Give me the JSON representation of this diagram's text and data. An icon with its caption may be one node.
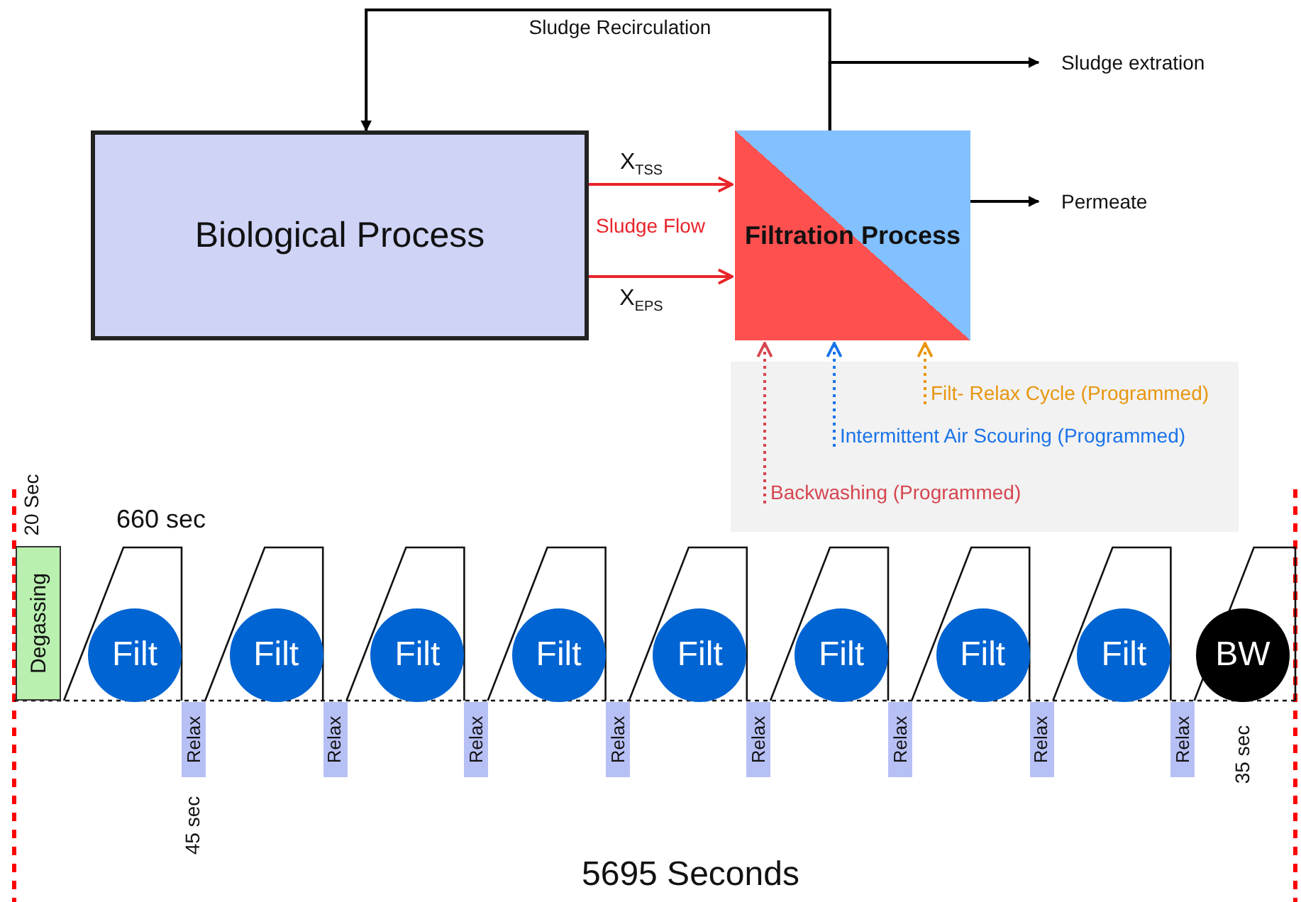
{
  "diagram": {
    "nodes": [
      {
        "text": [
          "Biological Process"
        ]
      },
      {
        "text": [
          "Filtration Process"
        ]
      },
      {
        "text": [
          "Sludge extration"
        ]
      },
      {
        "text": [
          "Permeate"
        ]
      },
      {
        "text": [],
        "shape": "box"
      },
      {
        "text": [
          "Filt- Relax Cycle (Programmed)"
        ],
        "in": 4
      },
      {
        "text": [
          "Intermittent Air Scouring (Programmed)"
        ],
        "in": 4
      },
      {
        "text": [
          "Backwashing (Programmed)"
        ],
        "in": 4
      },
      {
        "text": [
          "Degassing"
        ],
        "beside": [
          "20 Sec"
        ]
      },
      {
        "text": [
          "Filt"
        ]
      },
      {
        "text": [
          "Relax"
        ],
        "beside": [
          "45 sec"
        ]
      },
      {
        "text": [
          "Filt"
        ]
      },
      {
        "text": [
          "Relax"
        ]
      },
      {
        "text": [
          "Filt"
        ]
      },
      {
        "text": [
          "Relax"
        ]
      },
      {
        "text": [
          "Filt"
        ]
      },
      {
        "text": [
          "Relax"
        ]
      },
      {
        "text": [
          "Filt"
        ]
      },
      {
        "text": [
          "Relax"
        ]
      },
      {
        "text": [
          "Filt"
        ]
      },
      {
        "text": [
          "Relax"
        ]
      },
      {
        "text": [
          "Filt"
        ]
      },
      {
        "text": [
          "Relax"
        ]
      },
      {
        "text": [
          "Filt"
        ]
      },
      {
        "text": [
          "Relax"
        ]
      },
      {
        "text": [
          "BW"
        ],
        "beside": [
          "35 sec"
        ]
      }
    ],
    "edges": [
      {
        "from": 1,
        "to": 0,
        "arrow": "to",
        "label": "Sludge Recirculation"
      },
      {
        "from": 1,
        "to": 2,
        "arrow": "to"
      },
      {
        "from": 0,
        "to": 1,
        "arrow": "to",
        "label": "X$_{TSS}$",
        "color": "#e8242a"
      },
      {
        "from": 0,
        "to": 1,
        "arrow": "to",
        "label": "X$_{EPS}$",
        "color": "#e8242a"
      },
      {
        "from": 1,
        "to": 3,
        "arrow": "to"
      },
      {
        "from": 5,
        "to": 1,
        "arrow": "to",
        "style": "dashed",
        "color": "#e8960f"
      },
      {
        "from": 6,
        "to": 1,
        "arrow": "to",
        "style": "dashed",
        "color": "#1a73e8"
      },
      {
        "from": 7,
        "to": 1,
        "arrow": "to",
        "style": "dashed",
        "color": "#d6454f"
      }
    ],
    "labels": [
      "Sludge Flow",
      "660 sec",
      "5695 Seconds"
    ]
  }
}
